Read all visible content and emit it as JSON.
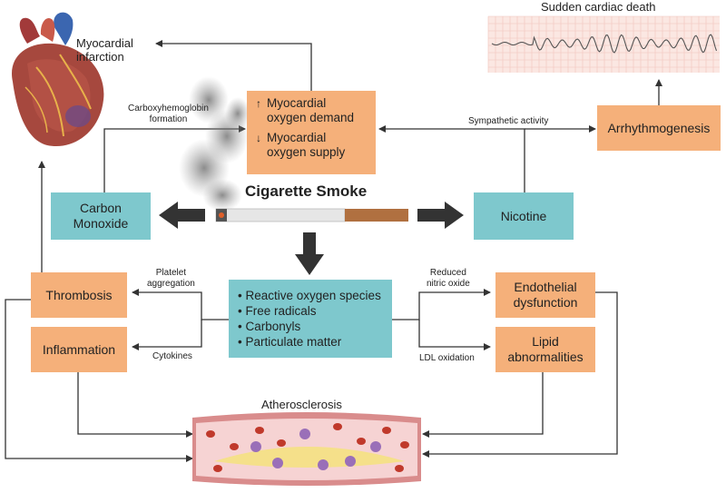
{
  "heart": {
    "title_line1": "Myocardial",
    "title_line2": "infarction"
  },
  "sudden_death": {
    "title": "Sudden cardiac death"
  },
  "center": {
    "title": "Cigarette Smoke"
  },
  "demand_box": {
    "line1a": "Myocardial",
    "line1b": "oxygen demand",
    "line2a": "Myocardial",
    "line2b": "oxygen supply",
    "up_arrow": "↑",
    "down_arrow": "↓"
  },
  "boxes": {
    "arrhythmogenesis": "Arrhythmogenesis",
    "carbon_monoxide_1": "Carbon",
    "carbon_monoxide_2": "Monoxide",
    "nicotine": "Nicotine",
    "thrombosis": "Thrombosis",
    "inflammation": "Inflammation",
    "endothelial_1": "Endothelial",
    "endothelial_2": "dysfunction",
    "lipid_1": "Lipid",
    "lipid_2": "abnormalities"
  },
  "ros_box": {
    "items": [
      "Reactive oxygen species",
      "Free radicals",
      "Carbonyls",
      "Particulate matter"
    ]
  },
  "edge_labels": {
    "carboxy_1": "Carboxyhemoglobin",
    "carboxy_2": "formation",
    "sympathetic": "Sympathetic activity",
    "platelet_1": "Platelet",
    "platelet_2": "aggregation",
    "cytokines": "Cytokines",
    "reduced_1": "Reduced",
    "reduced_2": "nitric oxide",
    "ldl": "LDL oxidation"
  },
  "atherosclerosis": {
    "title": "Atherosclerosis"
  },
  "colors": {
    "orange": "#f5b07a",
    "teal": "#7ec8cd",
    "arrow": "#333333"
  }
}
